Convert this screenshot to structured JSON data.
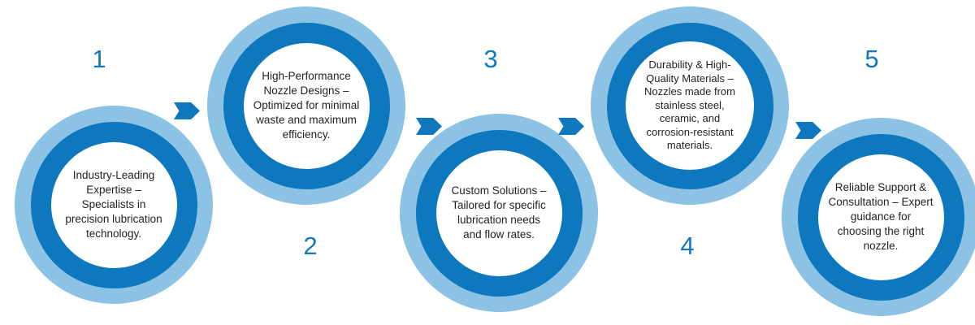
{
  "diagram": {
    "type": "process-flow",
    "title": "",
    "palette": {
      "ring_outer": "#8cc2e3",
      "ring_inner": "#0d78be",
      "core": "#ffffff",
      "arrow": "#0f77bd",
      "number": "#1378bd",
      "text": "#231f20",
      "background": "#ffffff"
    },
    "steps": [
      {
        "number": "1",
        "number_position": "above",
        "text": "Industry-Leading\nExpertise –\nSpecialists in\nprecision lubrication\ntechnology."
      },
      {
        "number": "2",
        "number_position": "below",
        "text": "High-Performance\nNozzle Designs –\nOptimized for minimal\nwaste and maximum\nefficiency."
      },
      {
        "number": "3",
        "number_position": "above",
        "text": "Custom Solutions –\nTailored for specific\nlubrication needs\nand flow rates."
      },
      {
        "number": "4",
        "number_position": "below",
        "text": "Durability & High-\nQuality Materials –\nNozzles made from\nstainless steel,\nceramic, and\ncorrosion-resistant\nmaterials."
      },
      {
        "number": "5",
        "number_position": "above",
        "text": "Reliable Support &\nConsultation – Expert\nguidance for\nchoosing the right\nnozzle."
      }
    ],
    "connectors": [
      {
        "name": "arrow-1-to-2",
        "direction": "right"
      },
      {
        "name": "arrow-2-to-3",
        "direction": "right"
      },
      {
        "name": "arrow-3-to-4",
        "direction": "right"
      },
      {
        "name": "arrow-4-to-5",
        "direction": "right"
      }
    ]
  }
}
